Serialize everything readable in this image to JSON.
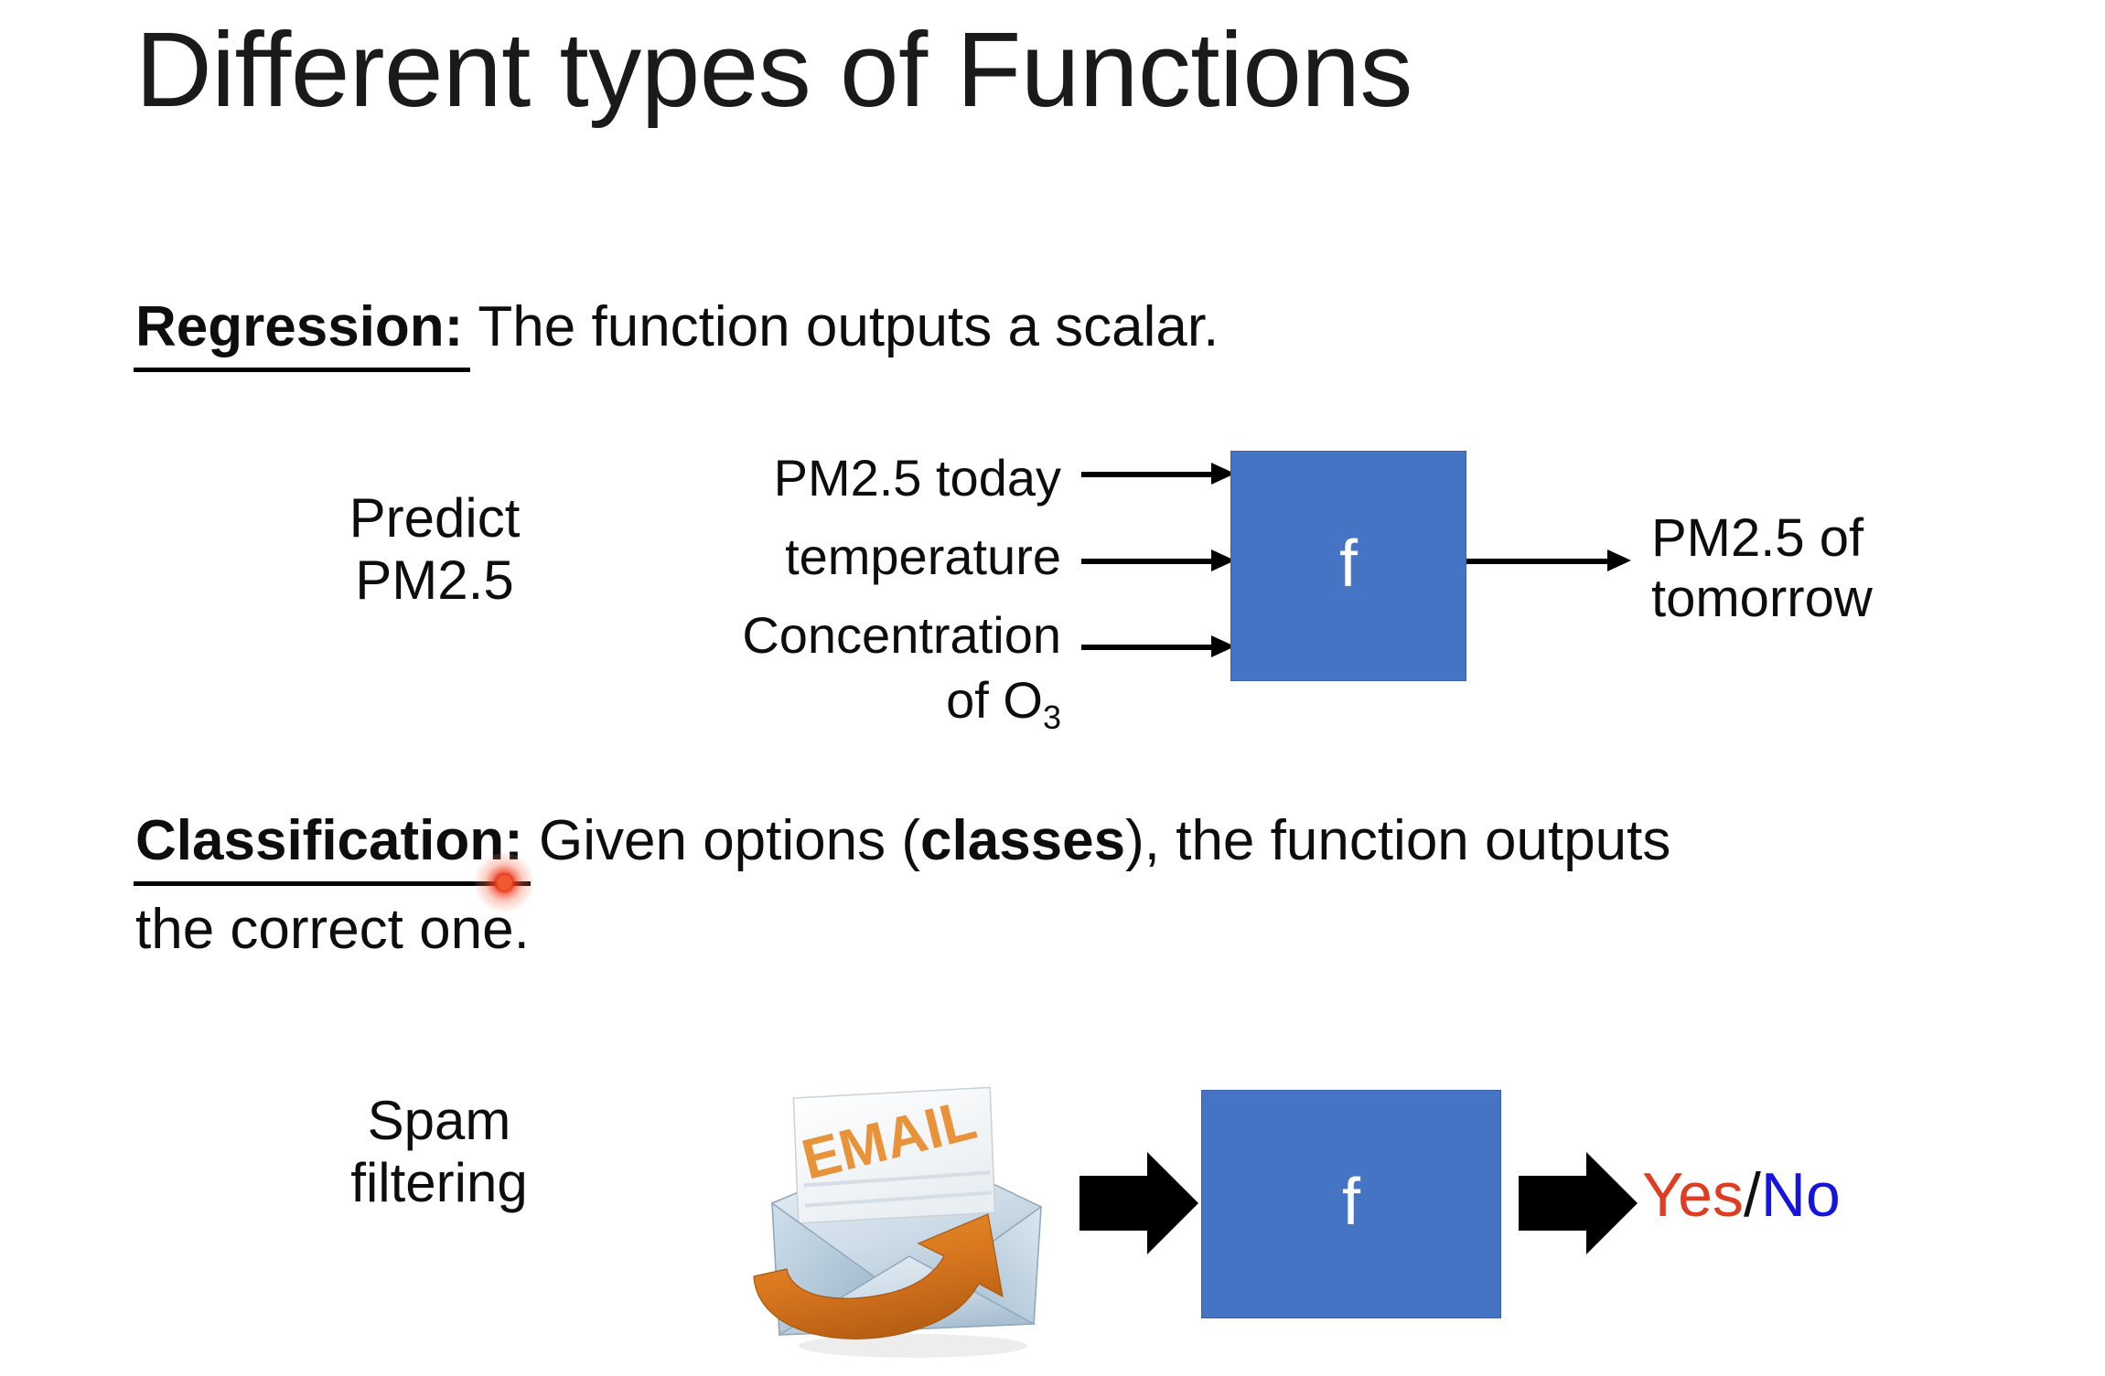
{
  "slide": {
    "title": "Different types of Functions",
    "background_color": "#ffffff"
  },
  "regression": {
    "term": "Regression:",
    "description": " The function outputs a scalar.",
    "example_label_line1": "Predict",
    "example_label_line2": "PM2.5",
    "inputs": [
      "PM2.5 today",
      "temperature",
      "Concentration",
      "of O"
    ],
    "input3_subscript": "3",
    "function_symbol": "f",
    "output_line1": "PM2.5 of",
    "output_line2": "tomorrow",
    "box_color": "#4674c4"
  },
  "classification": {
    "term": "Classification:",
    "description_part1": " Given options (",
    "description_bold": "classes",
    "description_part2": "), the function outputs",
    "description_line2": "the correct one.",
    "example_label_line1": "Spam",
    "example_label_line2": "filtering",
    "function_symbol": "f",
    "email_caption": "EMAIL",
    "output_yes": "Yes",
    "output_slash": "/",
    "output_no": "No",
    "yes_color": "#e03c22",
    "no_color": "#1414dc",
    "box_color": "#4674c4"
  },
  "annotations": {
    "laser_pointer_color": "#f05a32"
  }
}
